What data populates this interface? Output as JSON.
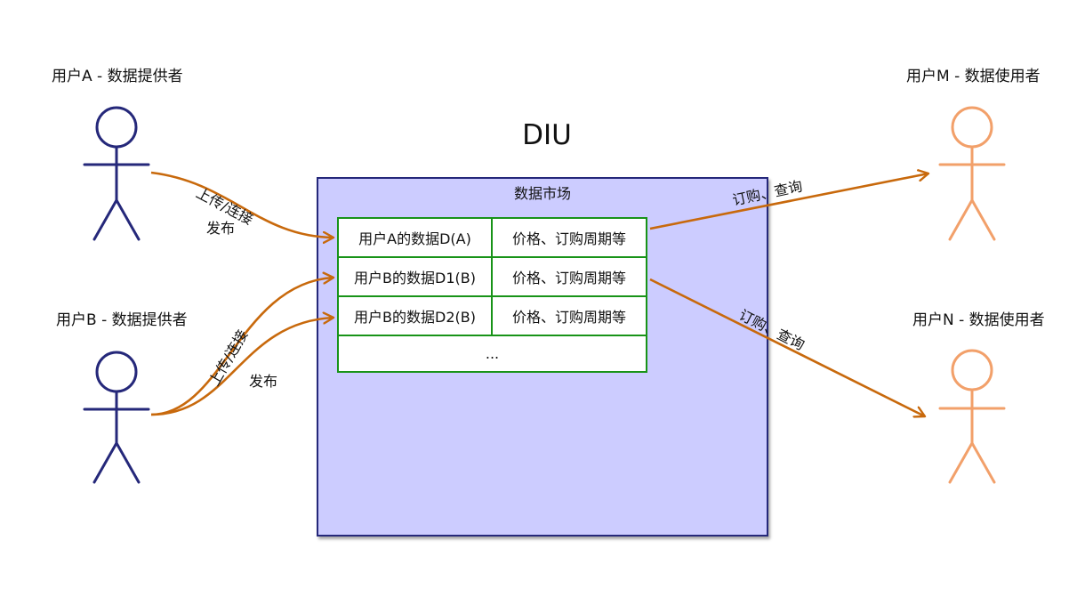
{
  "diagram": {
    "title": "DIU",
    "actors": {
      "user_a": {
        "label": "用户A - 数据提供者"
      },
      "user_b": {
        "label": "用户B - 数据提供者"
      },
      "user_m": {
        "label": "用户M - 数据使用者"
      },
      "user_n": {
        "label": "用户N - 数据使用者"
      }
    },
    "market": {
      "title": "数据市场",
      "rows": [
        {
          "data": "用户A的数据D(A)",
          "terms": "价格、订购周期等"
        },
        {
          "data": "用户B的数据D1(B)",
          "terms": "价格、订购周期等"
        },
        {
          "data": "用户B的数据D2(B)",
          "terms": "价格、订购周期等"
        }
      ],
      "more": "..."
    },
    "edges": {
      "a_upload": "上传/连接",
      "a_publish": "发布",
      "b_upload": "上传/连接",
      "b_publish": "发布",
      "m_subscribe": "订购、查询",
      "n_subscribe": "订购、查询"
    },
    "colors": {
      "provider_actor": "#25287a",
      "consumer_actor": "#f2a06a",
      "arrow": "#c8690c",
      "market_fill": "#ccccff",
      "market_border": "#25287a",
      "table_border": "#189318"
    }
  }
}
